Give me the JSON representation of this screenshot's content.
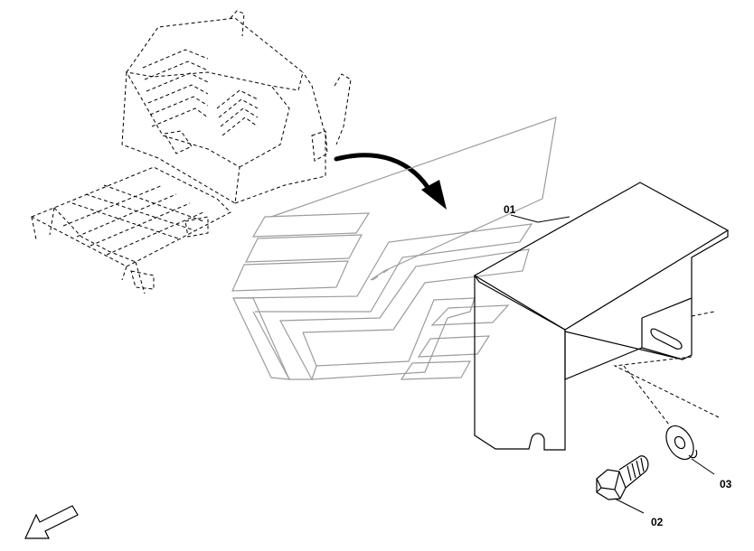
{
  "diagram": {
    "callouts": {
      "cover": "01",
      "bolt": "02",
      "washer": "03"
    },
    "icons": {
      "frame": "machine-frame-icon",
      "arrow": "location-arrow-icon",
      "ghost": "ghost-housing-icon",
      "cover": "protective-cover-icon",
      "bolt": "hex-bolt-icon",
      "washer": "flat-washer-icon",
      "direction": "direction-arrow-icon"
    },
    "colors": {
      "line": "#000000",
      "ghost_line": "#9c9c9c",
      "background": "#ffffff"
    }
  }
}
